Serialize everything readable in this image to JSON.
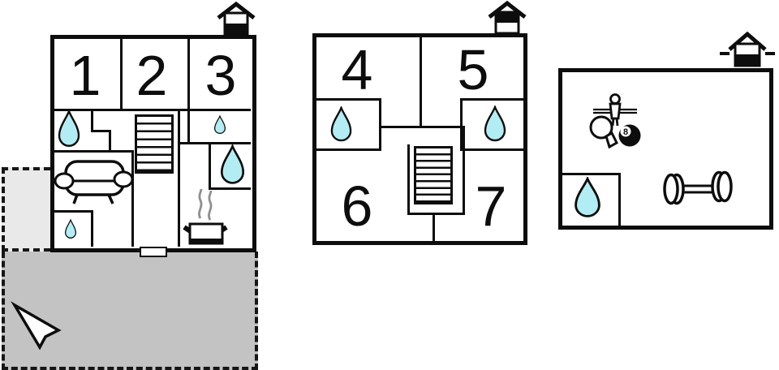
{
  "rooms": {
    "r1": "1",
    "r2": "2",
    "r3": "3",
    "r4": "4",
    "r5": "5",
    "r6": "6",
    "r7": "7"
  },
  "billiards": {
    "ball_label": "8"
  },
  "colors": {
    "wall": "#0d0d0d",
    "water_drop": "#b3edf4",
    "terrace_dark": "#c3c3c3",
    "terrace_light": "#e9e9e9",
    "steam": "#8f8f8f"
  },
  "icons": {
    "left_building_indicator": "house-ground-floor-icon",
    "middle_building_indicator": "house-upper-floor-icon",
    "annex_indicator": "house-annex-icon",
    "bathroom": "water-drop-icon",
    "stairs": "staircase-icon",
    "living_room": "sofa-icon",
    "kitchen": "stove-pot-icon",
    "game_room": [
      "foosball-player-icon",
      "table-tennis-paddle-icon",
      "billiard-ball-icon"
    ],
    "fitness": "dumbbell-icon",
    "orientation": "north-arrow-icon",
    "entrance": "door-icon"
  }
}
